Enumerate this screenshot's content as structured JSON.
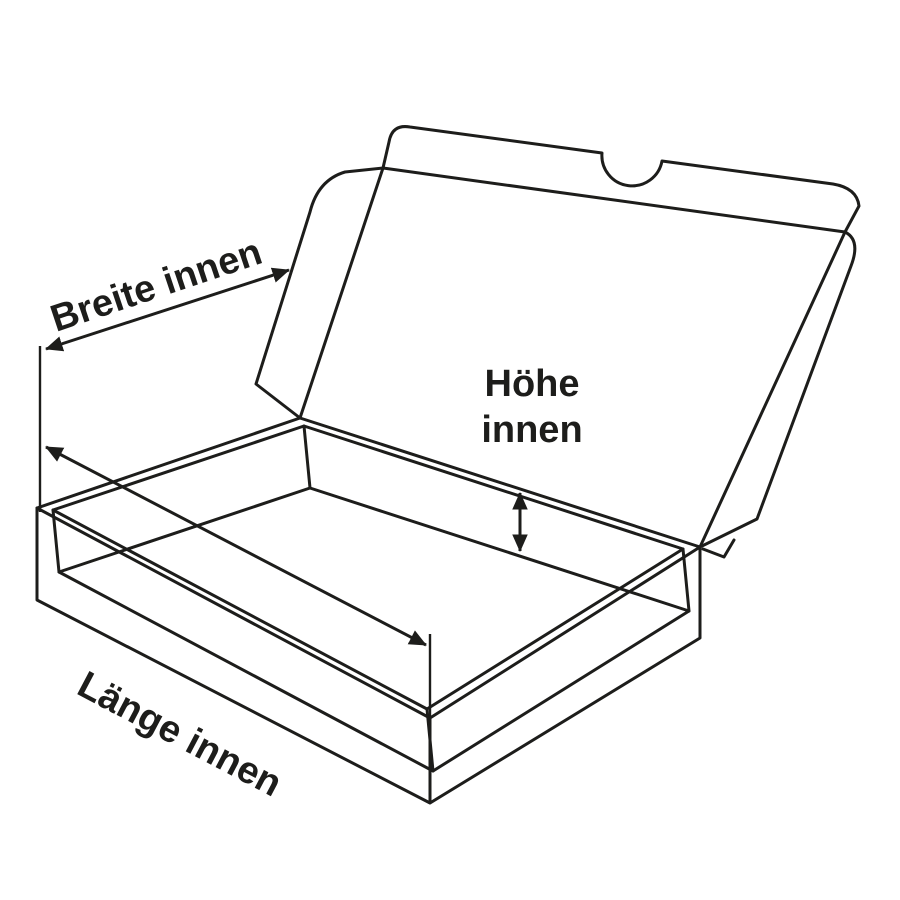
{
  "diagram": {
    "line_color": "#1d1d1b",
    "background": "#ffffff",
    "labels": {
      "breite": "Breite innen",
      "laenge": "Länge innen",
      "hoehe_line1": "Höhe",
      "hoehe_line2": "innen"
    }
  }
}
